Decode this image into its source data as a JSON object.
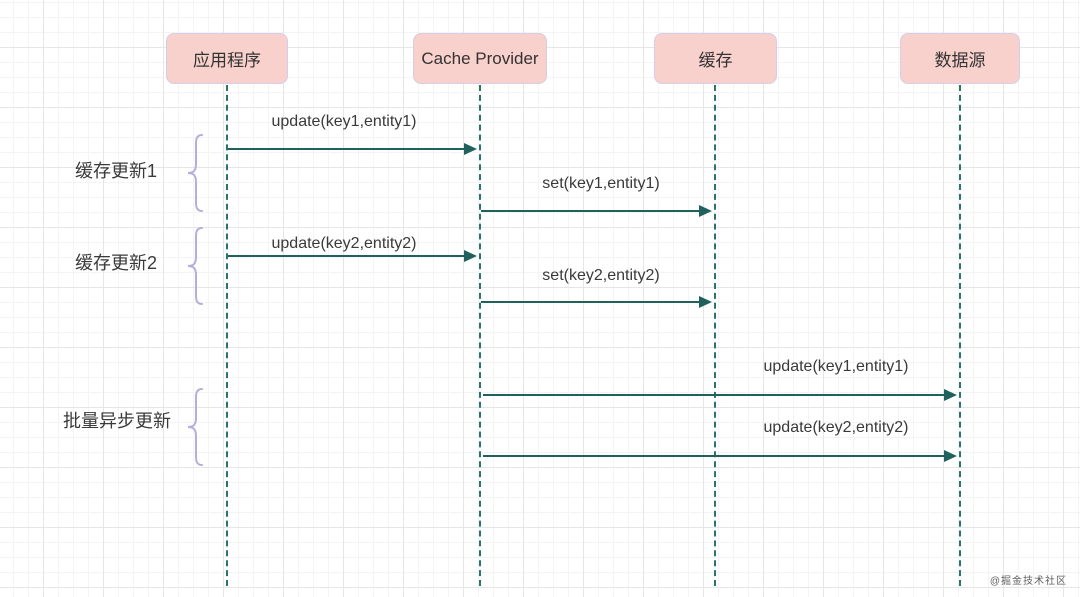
{
  "diagram": {
    "type": "sequence",
    "actors": [
      {
        "label": "应用程序"
      },
      {
        "label": "Cache Provider"
      },
      {
        "label": "缓存"
      },
      {
        "label": "数据源"
      }
    ],
    "messages": [
      {
        "label": "update(key1,entity1)",
        "from": "应用程序",
        "to": "Cache Provider"
      },
      {
        "label": "set(key1,entity1)",
        "from": "Cache Provider",
        "to": "缓存"
      },
      {
        "label": "update(key2,entity2)",
        "from": "应用程序",
        "to": "Cache Provider"
      },
      {
        "label": "set(key2,entity2)",
        "from": "Cache Provider",
        "to": "缓存"
      },
      {
        "label": "update(key1,entity1)",
        "from": "Cache Provider",
        "to": "数据源"
      },
      {
        "label": "update(key2,entity2)",
        "from": "Cache Provider",
        "to": "数据源"
      }
    ],
    "groups": [
      {
        "label": "缓存更新1",
        "covers": [
          "update(key1,entity1)",
          "set(key1,entity1)"
        ]
      },
      {
        "label": "缓存更新2",
        "covers": [
          "update(key2,entity2)",
          "set(key2,entity2)"
        ]
      },
      {
        "label": "批量异步更新",
        "covers": [
          "update(key1,entity1)",
          "update(key2,entity2)"
        ]
      }
    ],
    "colors": {
      "actor_fill": "#f8d0cc",
      "actor_border": "#d6cde8",
      "line_teal": "#20615e",
      "lifeline_teal": "#2a7470",
      "brace_purple": "#b6addc",
      "text": "#3a3a3a"
    },
    "watermark": "@掘金技术社区"
  }
}
